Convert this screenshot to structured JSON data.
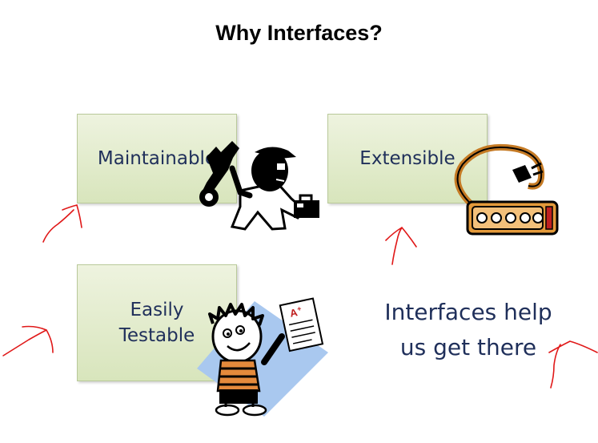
{
  "slide": {
    "title": "Why Interfaces?",
    "boxes": {
      "maintainable": "Maintainable",
      "extensible": "Extensible",
      "easily": "Easily",
      "testable": "Testable"
    },
    "caption": {
      "line1": "Interfaces help",
      "line2": "us get there"
    }
  }
}
